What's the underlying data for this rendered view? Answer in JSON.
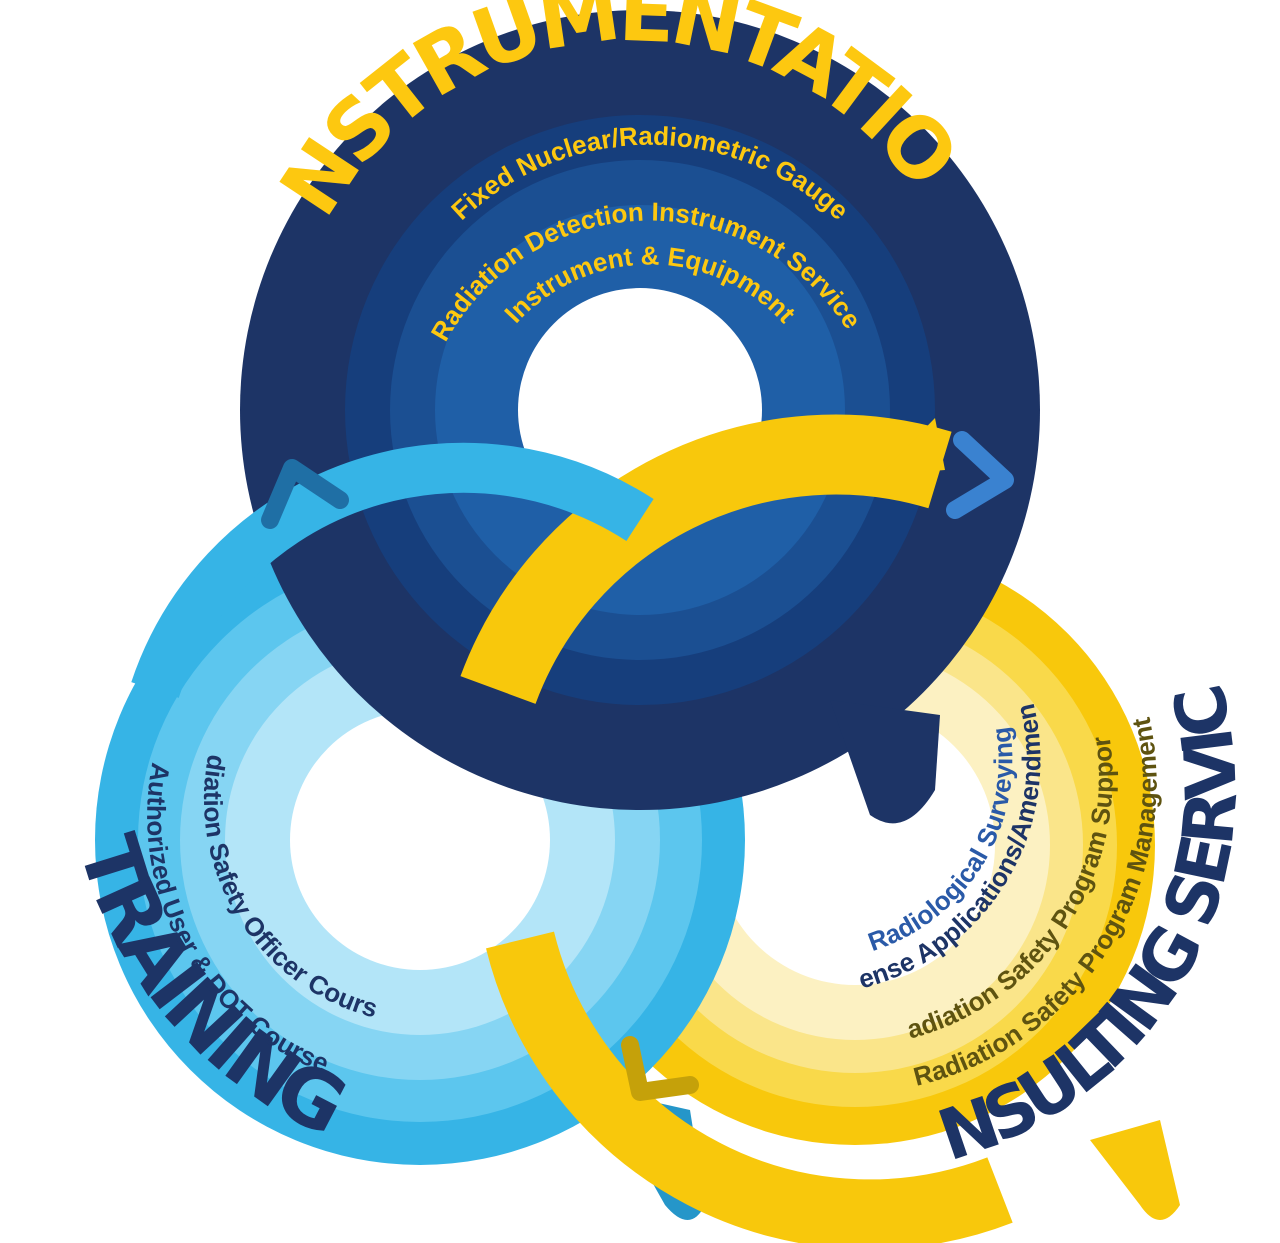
{
  "colors": {
    "navy": "#1d3466",
    "navy_dark": "#152a55",
    "navy_band1": "#163e7c",
    "navy_band2": "#1b4f92",
    "navy_band3": "#1f5fa7",
    "sky": "#36b4e6",
    "sky_dark": "#2596c9",
    "sky_band1": "#5cc6ee",
    "sky_band2": "#86d5f3",
    "sky_band3": "#b3e5f8",
    "gold": "#f8c80c",
    "gold_dark": "#d9a903",
    "gold_band1": "#f9d94a",
    "gold_band2": "#fae58a",
    "gold_band3": "#fcf1c2",
    "yellow_text": "#fdc810",
    "navy_text": "#1d3466",
    "blue_text": "#2a5aa8",
    "olive_text": "#5e5310"
  },
  "instrumentation": {
    "title": "INSTRUMENTATION",
    "items": [
      "Fixed Nuclear/Radiometric Gauge",
      "Radiation Detection Instrument Services",
      "Instrument & Equipment"
    ]
  },
  "training": {
    "title": "TRAINING",
    "items": [
      "Radiation Safety Officer Courses",
      "Authorized User & DOT Courses"
    ]
  },
  "consulting": {
    "title": "CONSULTING SERVICES",
    "items": [
      "Radiological Surveying",
      "License Applications/Amendments",
      "Radiation Safety Program Support",
      "Radiation Safety Program Management"
    ]
  },
  "icons": {
    "instrumentation_arrow": "chevron-right-icon",
    "training_arrow": "chevron-up-icon",
    "consulting_arrow": "chevron-down-icon"
  }
}
